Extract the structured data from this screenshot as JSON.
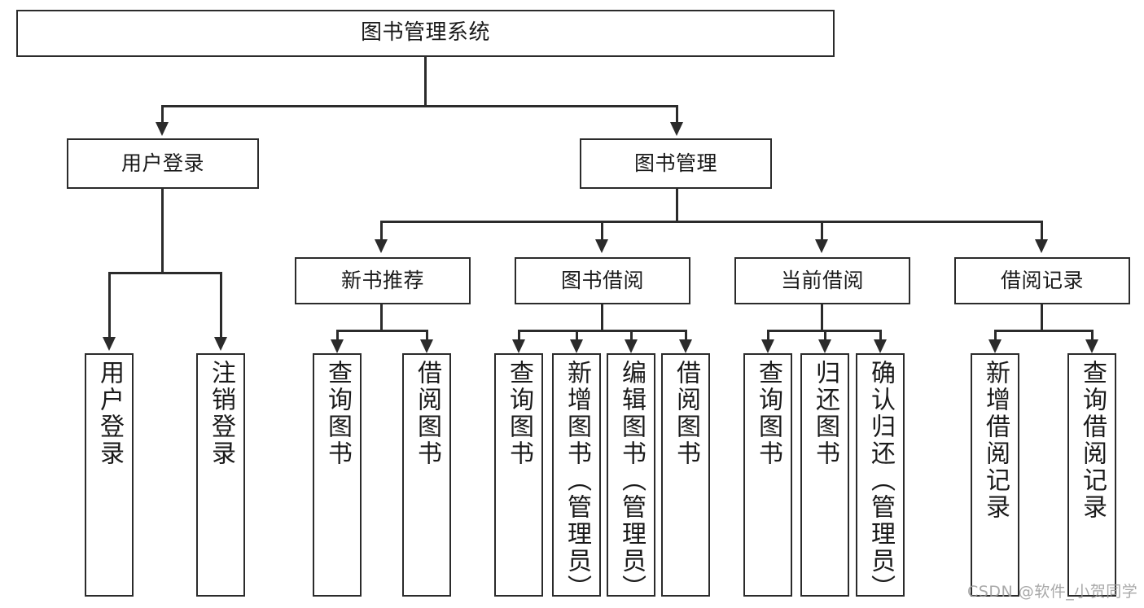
{
  "diagram": {
    "type": "tree-hierarchy",
    "title": "图书管理系统",
    "root": {
      "label": "图书管理系统"
    },
    "level2": [
      {
        "label": "用户登录"
      },
      {
        "label": "图书管理"
      }
    ],
    "level3": [
      {
        "label": "新书推荐"
      },
      {
        "label": "图书借阅"
      },
      {
        "label": "当前借阅"
      },
      {
        "label": "借阅记录"
      }
    ],
    "leaves": {
      "user_login": [
        {
          "label": "用户登录"
        },
        {
          "label": "注销登录"
        }
      ],
      "new_book_recommend": [
        {
          "label": "查询图书"
        },
        {
          "label": "借阅图书"
        }
      ],
      "book_borrow": [
        {
          "label": "查询图书"
        },
        {
          "label": "新增图书（管理员）"
        },
        {
          "label": "编辑图书（管理员）"
        },
        {
          "label": "借阅图书"
        }
      ],
      "current_borrow": [
        {
          "label": "查询图书"
        },
        {
          "label": "归还图书"
        },
        {
          "label": "确认归还（管理员）"
        }
      ],
      "borrow_record": [
        {
          "label": "新增借阅记录"
        },
        {
          "label": "查询借阅记录"
        }
      ]
    }
  },
  "watermark": {
    "text": "CSDN @软件_小贺同学"
  },
  "colors": {
    "stroke": "#2b2b2b",
    "fill": "#ffffff",
    "text": "#1a1a1a",
    "watermark": "#9a9a9a"
  }
}
